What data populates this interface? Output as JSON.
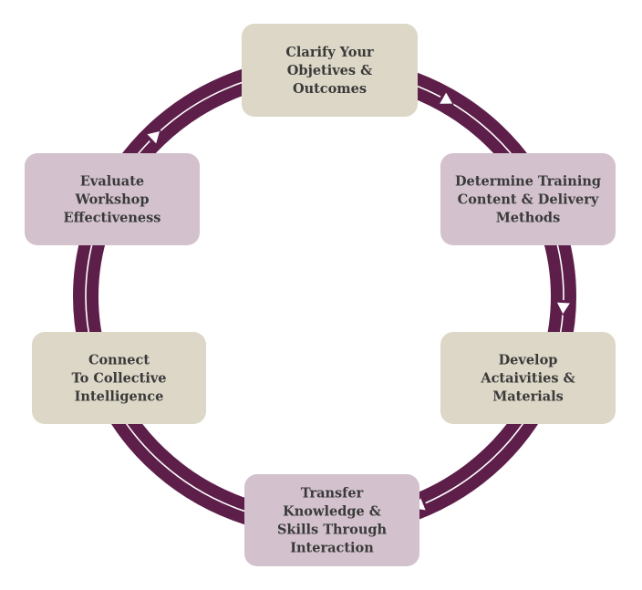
{
  "colors": {
    "ring": "#5d1f4a",
    "ring_line": "#ffffff",
    "beige": "#dcd7c6",
    "mauve": "#d3c2cd",
    "text": "#3a3a3a"
  },
  "nodes": [
    {
      "id": "clarify",
      "lines": [
        "Clarify Your",
        "Objetives &",
        "Outcomes"
      ],
      "fill": "beige"
    },
    {
      "id": "determine",
      "lines": [
        "Determine Training",
        "Content & Delivery",
        "Methods"
      ],
      "fill": "mauve"
    },
    {
      "id": "develop",
      "lines": [
        "Develop",
        "Actaivities &",
        "Materials"
      ],
      "fill": "beige"
    },
    {
      "id": "transfer",
      "lines": [
        "Transfer",
        "Knowledge &",
        "Skills Through",
        "Interaction"
      ],
      "fill": "mauve"
    },
    {
      "id": "connect",
      "lines": [
        "Connect",
        "To Collective",
        "Intelligence"
      ],
      "fill": "beige"
    },
    {
      "id": "evaluate",
      "lines": [
        "Evaluate",
        "Workshop",
        "Effectiveness"
      ],
      "fill": "mauve"
    }
  ]
}
